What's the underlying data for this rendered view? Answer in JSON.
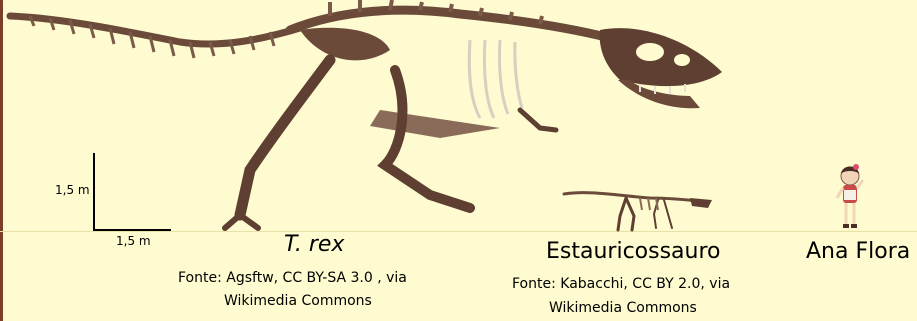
{
  "scale": {
    "vertical_label": "1,5 m",
    "horizontal_label": "1,5 m"
  },
  "specimens": [
    {
      "name": "T. rex",
      "source_line1": "Fonte: Agsftw, CC BY-SA 3.0 , via",
      "source_line2": "Wikimedia Commons"
    },
    {
      "name": "Estauricossauro",
      "source_line1": "Fonte: Kabacchi, CC BY 2.0, via",
      "source_line2": "Wikimedia Commons"
    },
    {
      "name": "Ana Flora"
    }
  ],
  "colors": {
    "background": "#fdfbcf",
    "bone": "#6b4a3a",
    "bone_light": "#8a6a58",
    "scale_bar": "#000000"
  }
}
